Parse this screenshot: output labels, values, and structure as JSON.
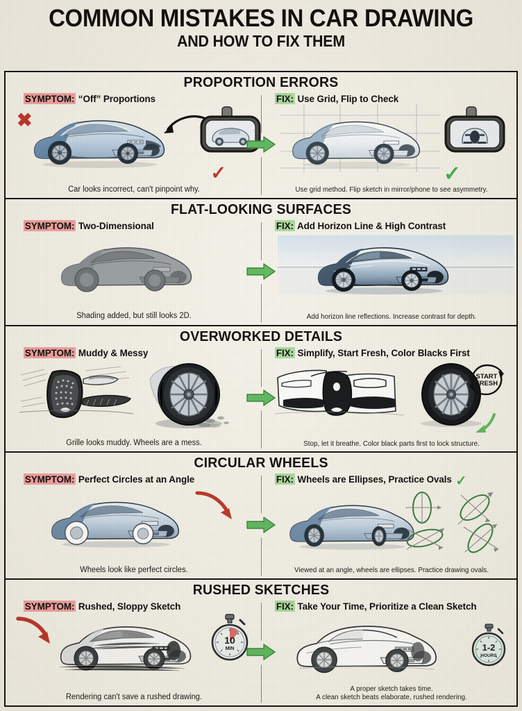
{
  "header": {
    "title_main": "COMMON MISTAKES IN CAR DRAWING",
    "title_sub": "AND HOW TO FIX THEM"
  },
  "labels": {
    "symptom": "SYMPTOM:",
    "fix": "FIX:"
  },
  "colors": {
    "paper": "#f3f0e7",
    "ink": "#14120f",
    "symptom_highlight": "#f2a3a3",
    "fix_highlight": "#adda9f",
    "arrow_green": "#5cb85c",
    "check_green": "#4caf50",
    "x_red": "#c0392b",
    "car_blue": "#6f8fb0"
  },
  "sections": [
    {
      "title": "PROPORTION ERRORS",
      "symptom_label": "“Off” Proportions",
      "fix_label": "Use Grid, Flip to Check",
      "symptom_caption": "Car looks incorrect, can't pinpoint why.",
      "fix_caption": "Use grid method. Flip sketch in mirror/phone to see asymmetry.",
      "art": "mirror"
    },
    {
      "title": "FLAT-LOOKING SURFACES",
      "symptom_label": "Two-Dimensional",
      "fix_label": "Add Horizon Line & High Contrast",
      "symptom_caption": "Shading added, but still looks 2D.",
      "fix_caption": "Add horizon line reflections. Increase contrast for depth.",
      "art": "flat"
    },
    {
      "title": "OVERWORKED DETAILS",
      "symptom_label": "Muddy & Messy",
      "fix_label": "Simplify, Start Fresh, Color Blacks First",
      "symptom_caption": "Grille looks muddy. Wheels are a mess.",
      "fix_caption": "Stop, let it breathe. Color black parts first to lock structure.",
      "badge": "START\nFRESH",
      "badge_line1": "START",
      "badge_line2": "FRESH",
      "art": "details"
    },
    {
      "title": "CIRCULAR WHEELS",
      "symptom_label": "Perfect Circles at an Angle",
      "fix_label": "Wheels are Ellipses, Practice Ovals",
      "symptom_caption": "Wheels look like perfect circles.",
      "fix_caption": "Viewed at an angle, wheels are ellipses. Practice drawing ovals.",
      "art": "wheels"
    },
    {
      "title": "RUSHED SKETCHES",
      "symptom_label": "Rushed, Sloppy Sketch",
      "fix_label": "Take Your Time, Prioritize a Clean Sketch",
      "symptom_caption": "Rendering can't save a rushed drawing.",
      "fix_caption_1": "A proper sketch takes time.",
      "fix_caption_2": "A clean sketch beats elaborate, rushed rendering.",
      "timer_left_value": "10",
      "timer_left_unit": "MIN",
      "timer_right_value": "1-2",
      "timer_right_unit": "HOURS",
      "art": "rushed"
    }
  ]
}
